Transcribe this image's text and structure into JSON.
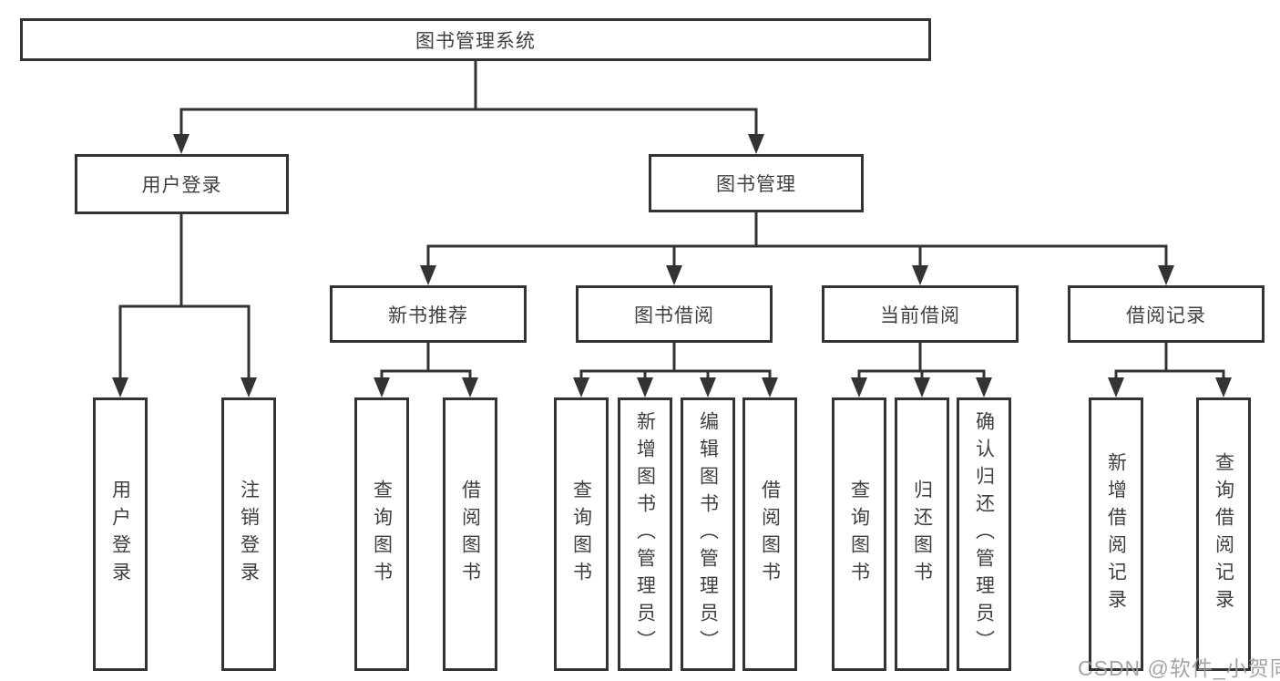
{
  "diagram": {
    "root": "图书管理系统",
    "level2": {
      "user_login": "用户登录",
      "book_mgmt": "图书管理"
    },
    "level3": {
      "new_books": "新书推荐",
      "book_borrow": "图书借阅",
      "current_borrow": "当前借阅",
      "borrow_records": "借阅记录"
    },
    "leaves": {
      "user_login": [
        "用户登录",
        "注销登录"
      ],
      "new_books": [
        "查询图书",
        "借阅图书"
      ],
      "book_borrow": [
        "查询图书",
        "新增图书（管理员）",
        "编辑图书（管理员）",
        "借阅图书"
      ],
      "current_borrow": [
        "查询图书",
        "归还图书",
        "确认归还（管理员）"
      ],
      "borrow_records": [
        "新增借阅记录",
        "查询借阅记录"
      ]
    }
  },
  "watermark": "CSDN @软件_小贺同学",
  "colors": {
    "line": "#333333",
    "text": "#404040",
    "background": "#ffffff",
    "watermark": "#9b9b9b"
  }
}
